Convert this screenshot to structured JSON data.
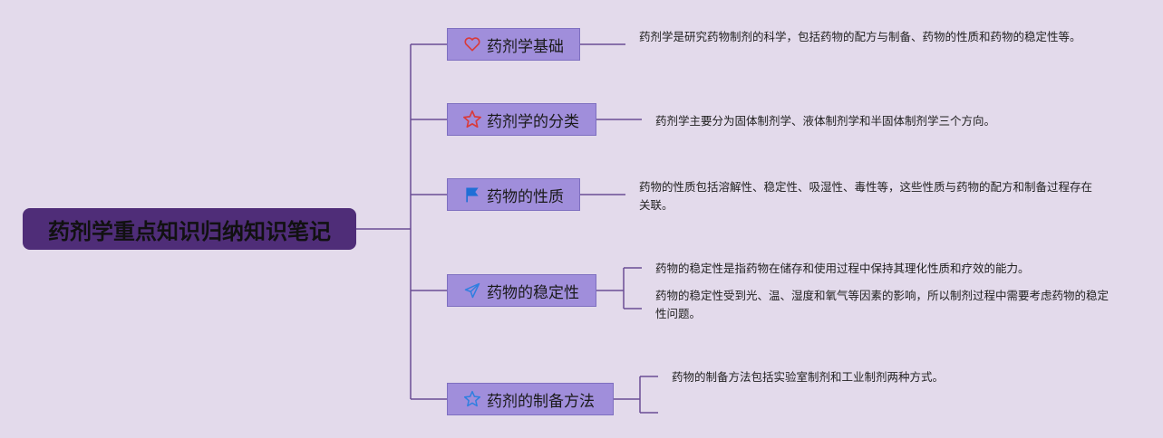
{
  "root": {
    "title": "药剂学重点知识归纳知识笔记"
  },
  "topics": [
    {
      "label": "药剂学基础",
      "icon": "heart-icon"
    },
    {
      "label": "药剂学的分类",
      "icon": "star-outline-icon"
    },
    {
      "label": "药物的性质",
      "icon": "flag-icon"
    },
    {
      "label": "药物的稳定性",
      "icon": "paper-plane-icon"
    },
    {
      "label": "药剂的制备方法",
      "icon": "star-icon"
    }
  ],
  "notes": {
    "basics": "药剂学是研究药物制剂的科学，包括药物的配方与制备、药物的性质和药物的稳定性等。",
    "classification": "药剂学主要分为固体制剂学、液体制剂学和半固体制剂学三个方向。",
    "properties": "药物的性质包括溶解性、稳定性、吸湿性、毒性等，这些性质与药物的配方和制备过程存在关联。",
    "stability_1": "药物的稳定性是指药物在储存和使用过程中保持其理化性质和疗效的能力。",
    "stability_2": "药物的稳定性受到光、温、湿度和氧气等因素的影响，所以制剂过程中需要考虑药物的稳定性问题。",
    "preparation": "药物的制备方法包括实验室制剂和工业制剂两种方式。"
  },
  "colors": {
    "background": "#e3daeb",
    "root": "#4f2d78",
    "topic": "#a08edb",
    "line": "#6b4d95"
  }
}
